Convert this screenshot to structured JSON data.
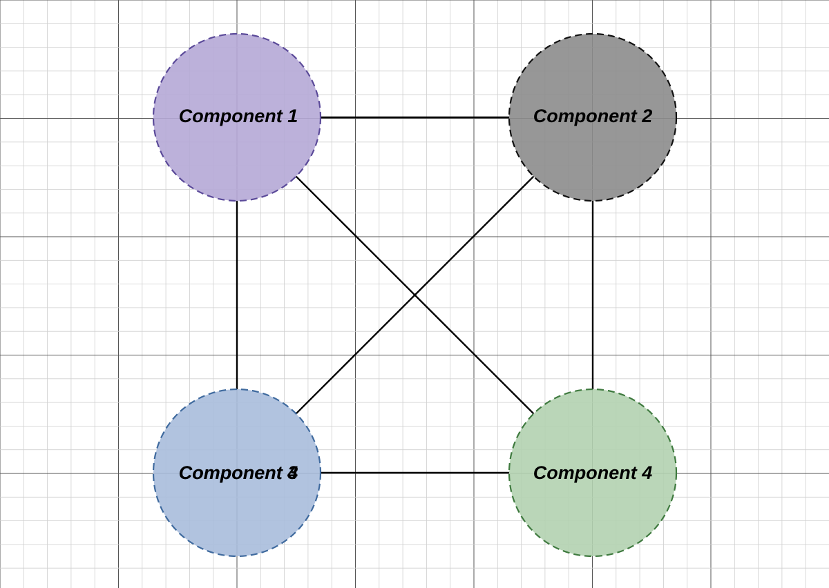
{
  "diagram": {
    "nodes": [
      {
        "id": "c1",
        "label": "Component 1",
        "fill": "#b5a8d6",
        "stroke": "#5b4a99"
      },
      {
        "id": "c2",
        "label": "Component 2",
        "fill": "#8c8c8c",
        "stroke": "#111111"
      },
      {
        "id": "c3",
        "label": "Component 3",
        "fill": "#a8bddc",
        "stroke": "#3f6a9e"
      },
      {
        "id": "c4",
        "label": "Component 4",
        "fill": "#b2d1b0",
        "stroke": "#3f7a3f"
      }
    ],
    "edges": [
      {
        "from": "c1",
        "to": "c2"
      },
      {
        "from": "c1",
        "to": "c3"
      },
      {
        "from": "c1",
        "to": "c4"
      },
      {
        "from": "c2",
        "to": "c3"
      },
      {
        "from": "c2",
        "to": "c4"
      },
      {
        "from": "c3",
        "to": "c4"
      }
    ],
    "overlap_label": "Component 4",
    "grid": true,
    "edge_color": "#000000",
    "grid_minor_color": "#cfcfcf",
    "grid_major_color": "#555555"
  }
}
